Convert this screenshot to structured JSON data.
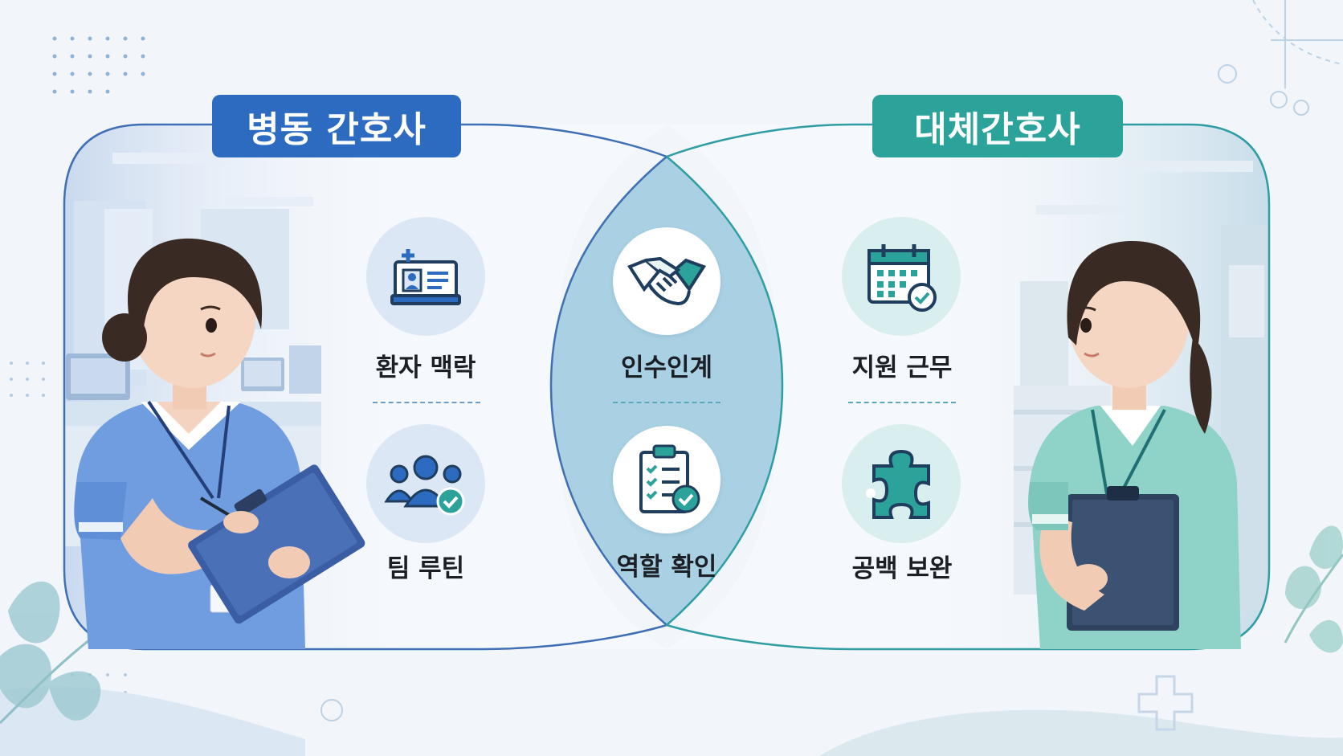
{
  "left_group": {
    "title": "병동 간호사",
    "items": [
      {
        "label": "환자 맥락",
        "icon": "patient-id-card-icon"
      },
      {
        "label": "팀 루틴",
        "icon": "team-check-icon"
      }
    ]
  },
  "overlap": {
    "items": [
      {
        "label": "인수인계",
        "icon": "handshake-icon"
      },
      {
        "label": "역할 확인",
        "icon": "clipboard-check-icon"
      }
    ]
  },
  "right_group": {
    "title": "대체간호사",
    "items": [
      {
        "label": "지원 근무",
        "icon": "calendar-check-icon"
      },
      {
        "label": "공백 보완",
        "icon": "puzzle-piece-icon"
      }
    ]
  },
  "colors": {
    "left_accent": "#2d6bc1",
    "right_accent": "#2ba39a",
    "overlap_fill": "#a9d1e3",
    "icon_dark": "#1f3d5c"
  }
}
